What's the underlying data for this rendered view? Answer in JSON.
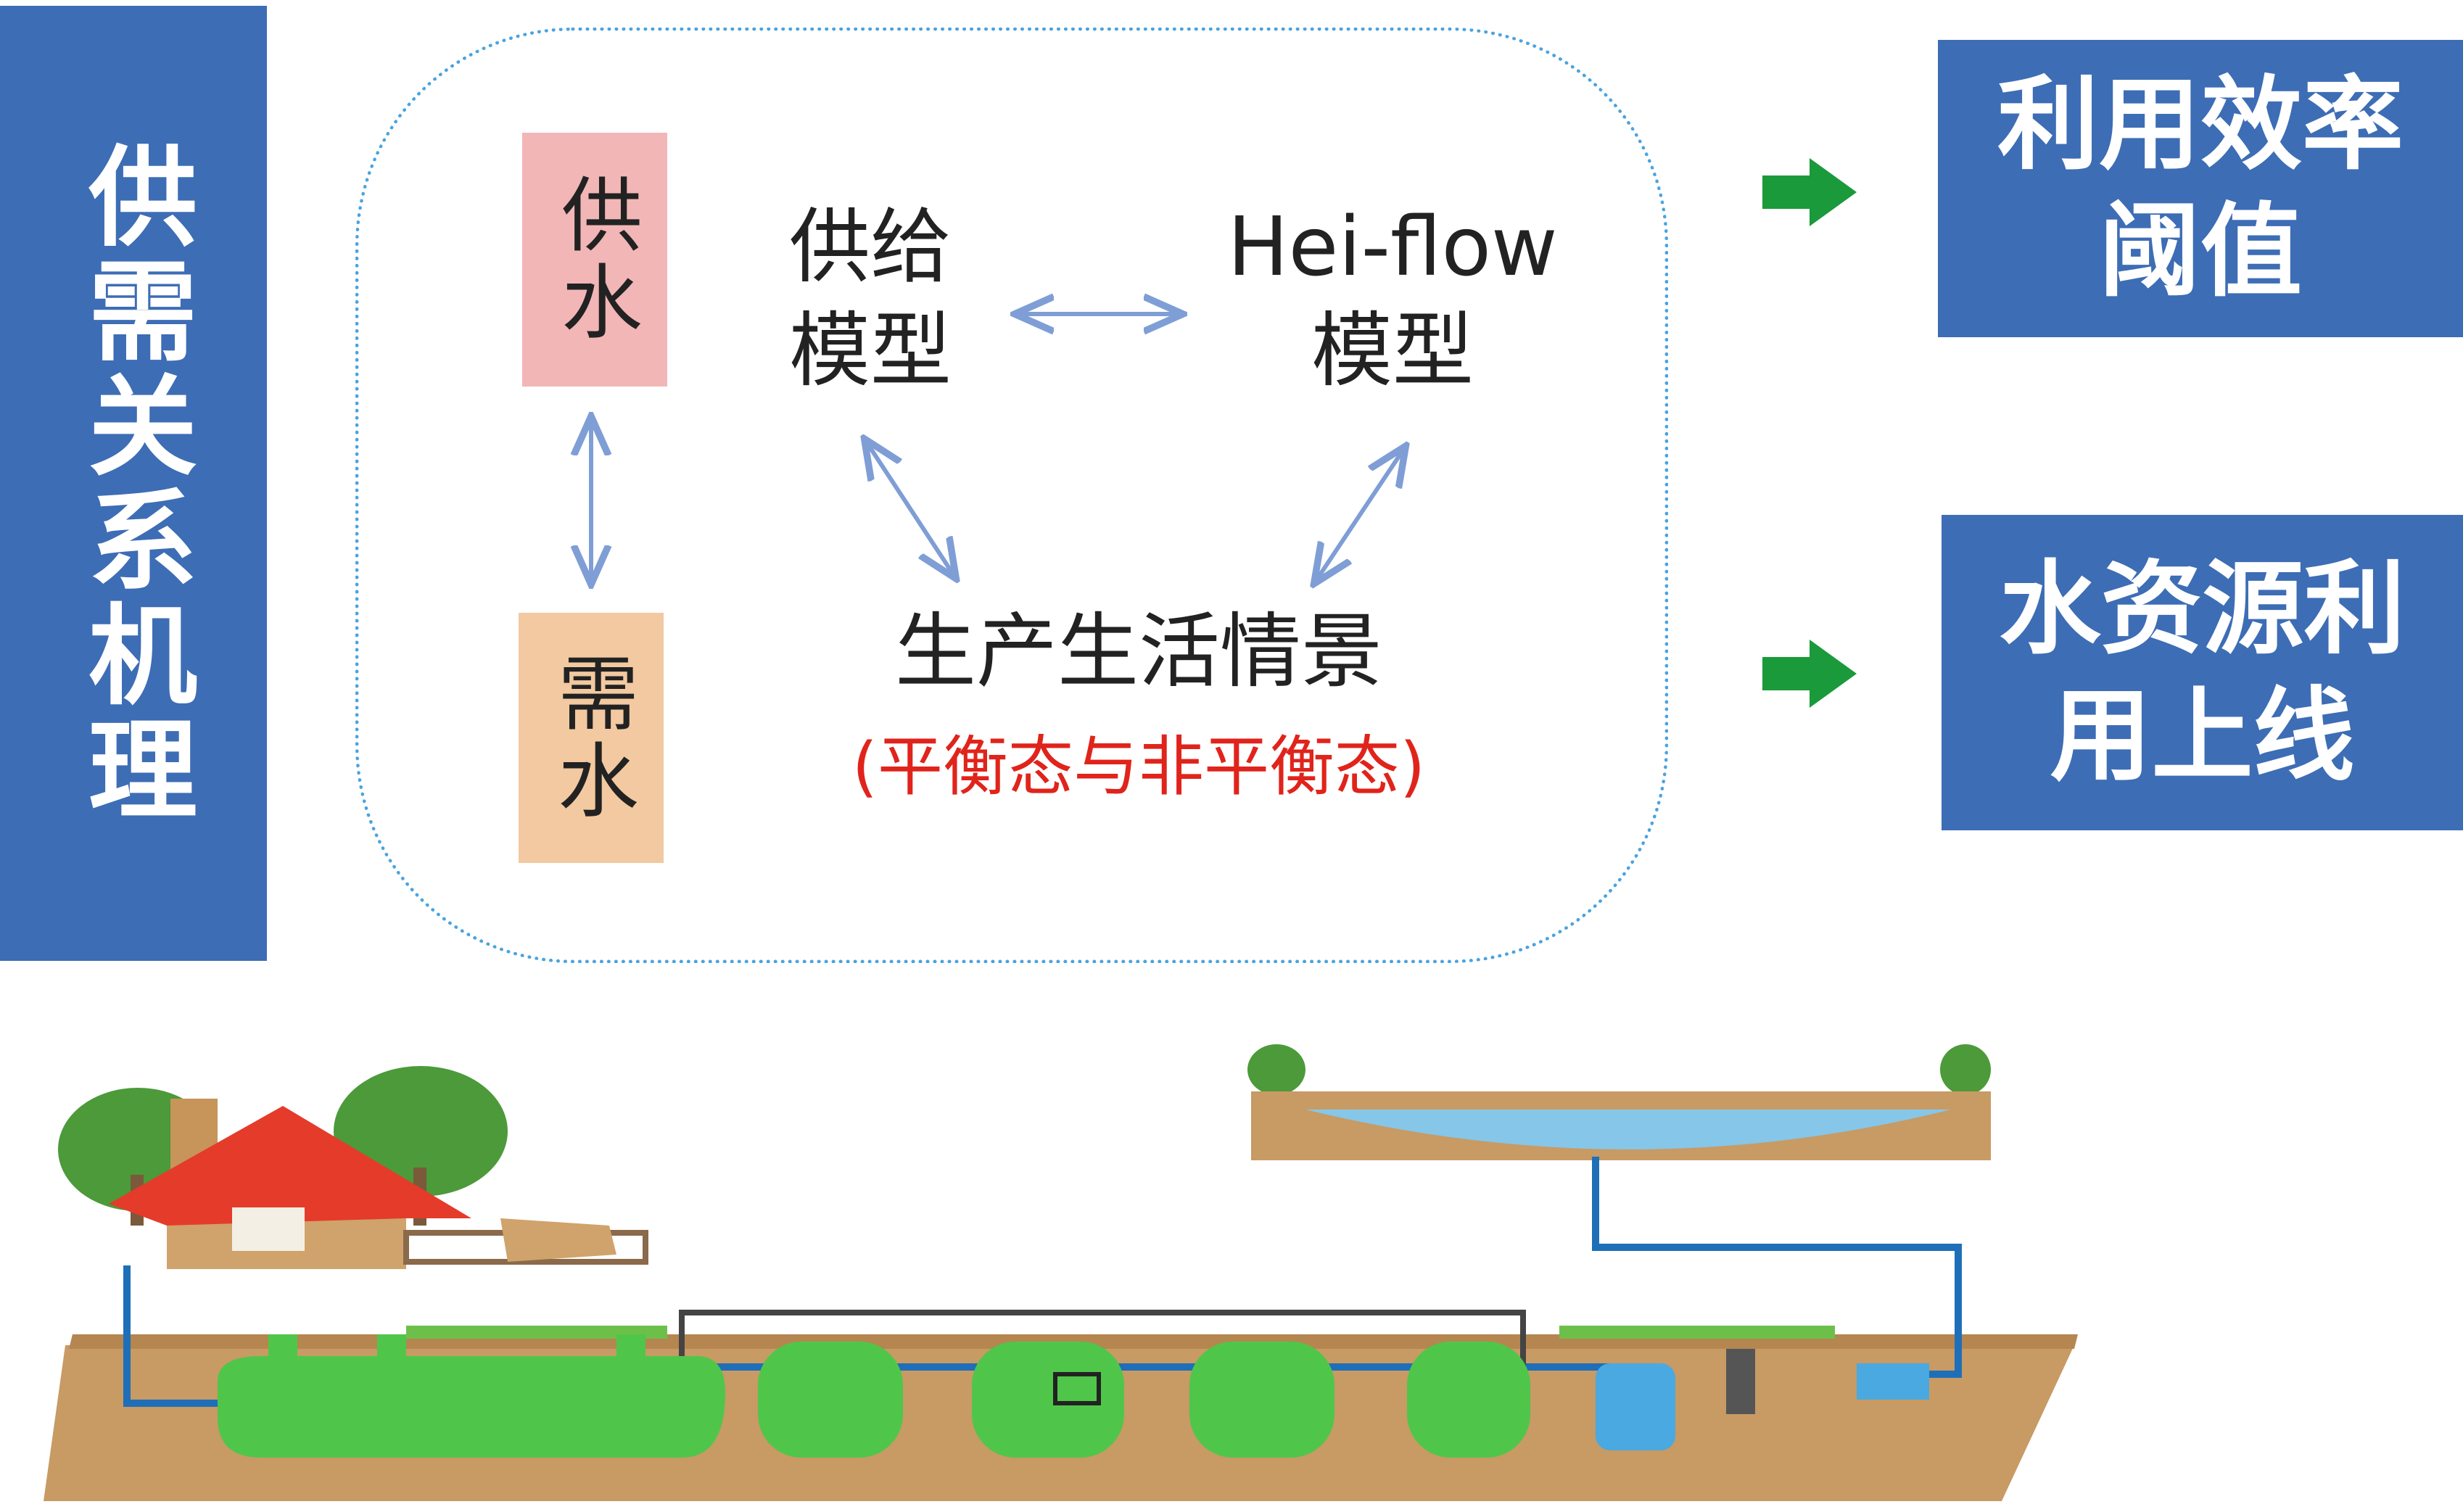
{
  "mechanism_title": "供需关系机理",
  "supply_label": "供水",
  "demand_label": "需水",
  "supply_model": [
    "供给",
    "模型"
  ],
  "heiflow_model": [
    "Hei-flow",
    "模型"
  ],
  "scenario_label": "生产生活情景",
  "scenario_note": "(平衡态与非平衡态)",
  "outputs": [
    {
      "lines": [
        "利用效率",
        "阈值"
      ]
    },
    {
      "lines": [
        "水资源利",
        "用上线"
      ]
    }
  ],
  "colors": {
    "blue_box": "#3d6db5",
    "supply_box": "#f2b6b6",
    "demand_box": "#f2c9a0",
    "arrow_line": "#7f9ed6",
    "red_text": "#e0241b",
    "green_arrow": "#1a9a3a"
  }
}
